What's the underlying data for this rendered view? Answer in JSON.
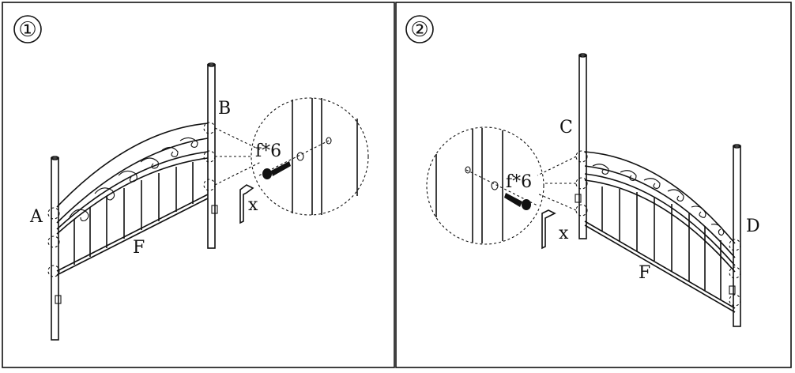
{
  "panels": [
    {
      "step": "①",
      "labels": {
        "left_post": "A",
        "right_post": "B",
        "rail": "F",
        "hardware": "f*6",
        "tool": "x"
      }
    },
    {
      "step": "②",
      "labels": {
        "left_post": "C",
        "right_post": "D",
        "rail": "F",
        "hardware": "f*6",
        "tool": "x"
      }
    }
  ]
}
